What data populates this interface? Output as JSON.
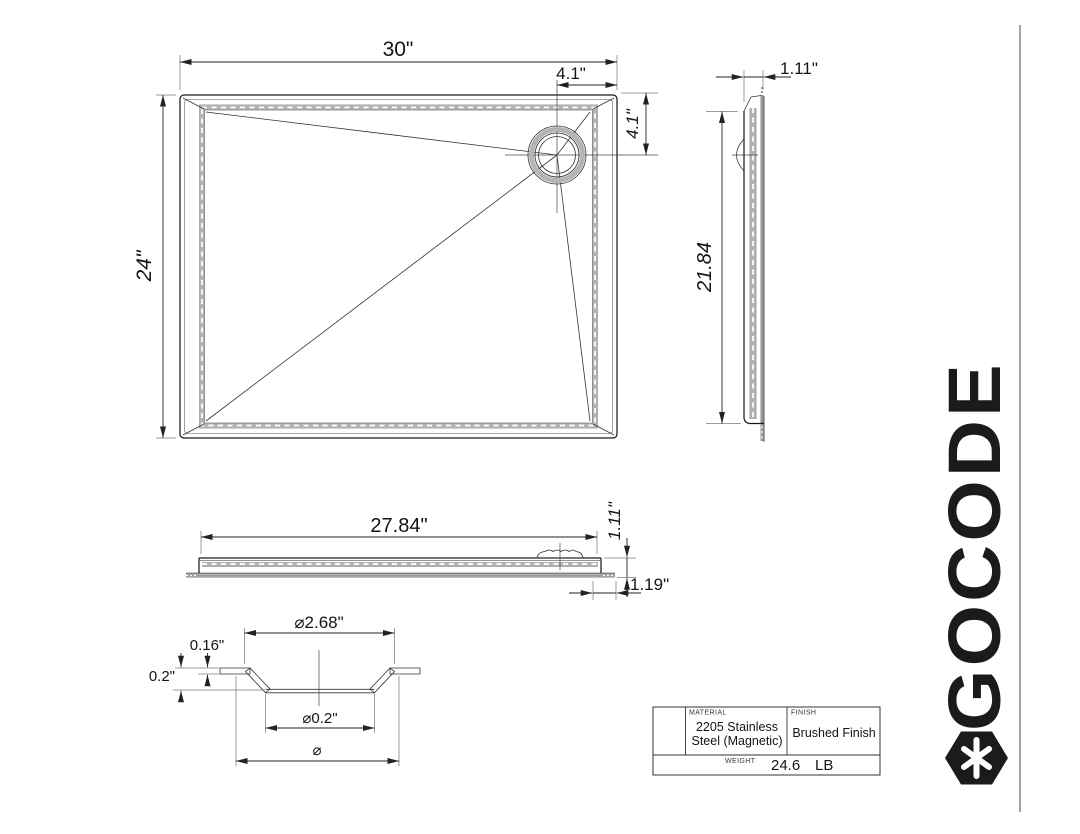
{
  "brand": {
    "name": "GOCODE"
  },
  "views": {
    "top": {
      "width": "30\"",
      "height": "24\"",
      "drain_offset_x": "4.1\"",
      "drain_offset_y": "4.1\""
    },
    "side": {
      "thickness": "1.11\"",
      "height": "21.84"
    },
    "front": {
      "width": "27.84\"",
      "height": "1.11\"",
      "edge_offset": "1.19\""
    },
    "drain_detail": {
      "top_diameter": "⌀2.68\"",
      "flange_thickness": "0.16\"",
      "recess_depth": "0.2\"",
      "bottom_diameter": "⌀0.2\"",
      "outer_diameter": "⌀"
    }
  },
  "title_block": {
    "material_label": "MATERIAL",
    "material_line1": "2205 Stainless",
    "material_line2": "Steel (Magnetic)",
    "finish_label": "FINISH",
    "finish_value": "Brushed Finish",
    "weight_label": "WEIGHT",
    "weight_value": "24.6",
    "weight_unit": "LB"
  },
  "colors": {
    "line": "#1a1a1a",
    "shade": "#b4b4b4",
    "brand": "#1b1b1b",
    "background": "#ffffff"
  }
}
